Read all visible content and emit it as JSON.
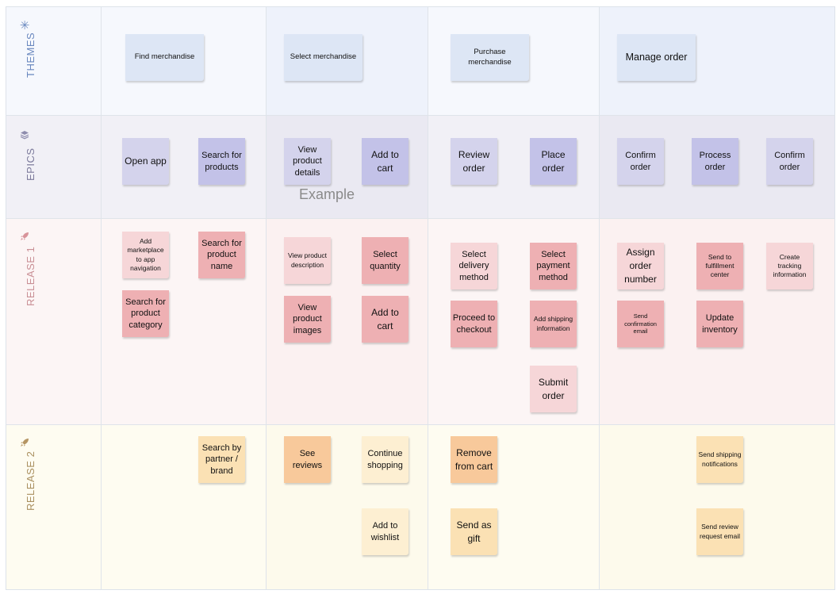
{
  "colors": {
    "themes_bg": "#f6f8fd",
    "epics_bg": "#efeef5",
    "release1_bg": "#fcf3f3",
    "release2_bg": "#fefbee",
    "themes_label": "#6a88bf",
    "epics_label": "#7c7a9b",
    "release1_label": "#c98f95",
    "release2_label": "#aa9060",
    "theme_note": "#dde6f5",
    "epic_light": "#d4d3ec",
    "epic_dark": "#c3c2e8",
    "r1_light": "#f6d6d8",
    "r1_dark": "#eeb0b3",
    "r2_light": "#fdefd2",
    "r2_mid": "#fbe1b4",
    "r2_dark": "#f8c99b"
  },
  "rows": {
    "themes": "THEMES",
    "epics": "EPICS",
    "release1": "RELEASE 1",
    "release2": "RELEASE 2"
  },
  "icons": {
    "themes": "asterisk-icon",
    "epics": "layers-icon",
    "release1": "rocket-icon",
    "release2": "rocket-icon"
  },
  "themes": [
    "Find merchandise",
    "Select merchandise",
    "Purchase merchandise",
    "Manage order"
  ],
  "epics": [
    "Open app",
    "Search for products",
    "View product details",
    "Add to cart",
    "Review order",
    "Place order",
    "Confirm order",
    "Process order",
    "Confirm order"
  ],
  "example_label": "Example",
  "release1": [
    "Add marketplace to app navigation",
    "Search for product name",
    "Search for product category",
    "View product description",
    "Select quantity",
    "View product images",
    "Add to cart",
    "Select delivery method",
    "Select payment method",
    "Proceed to checkout",
    "Add shipping information",
    "Submit order",
    "Assign order number",
    "Send to fulfillment center",
    "Create tracking information",
    "Send confirmation email",
    "Update inventory"
  ],
  "release2": [
    "Search by partner / brand",
    "See reviews",
    "Continue shopping",
    "Add to wishlist",
    "Remove from cart",
    "Send as gift",
    "Send shipping notifications",
    "Send review request email"
  ]
}
